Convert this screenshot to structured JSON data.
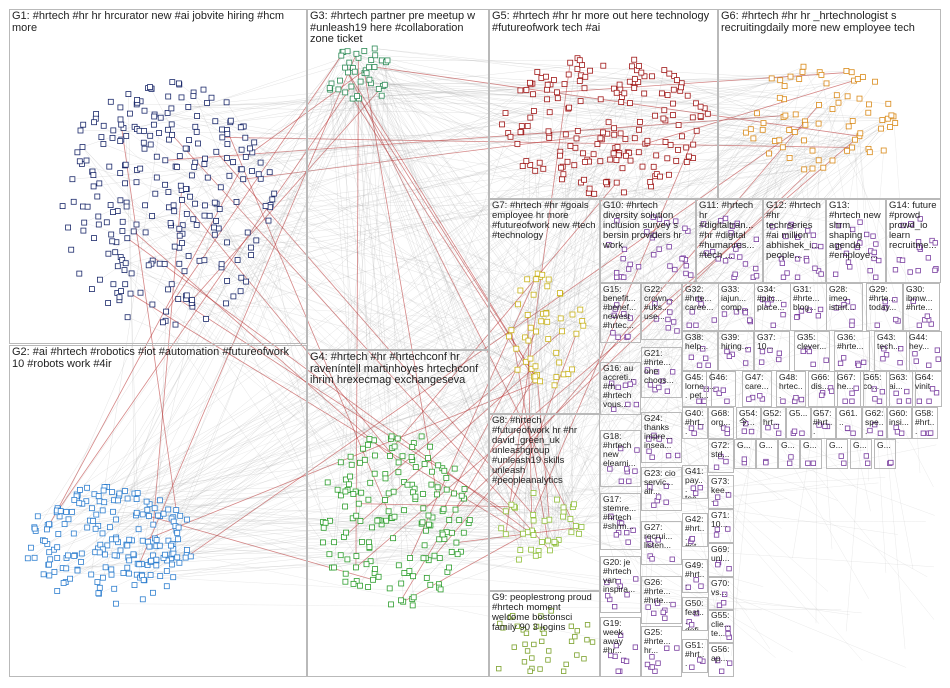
{
  "groups": [
    {
      "id": "G1",
      "label": "G1: #hrtech #hr hr hrcurator new #ai jobvite hiring #hcm more",
      "color": "#1c2a6b"
    },
    {
      "id": "G2",
      "label": "G2: #ai #hrtech #robotics #iot #automation #futureofwork 10 #robots work #4ir",
      "color": "#2f7fcf"
    },
    {
      "id": "G3",
      "label": "G3: #hrtech partner pre meetup w #unleash19 here #collaboration zone ticket",
      "color": "#2e8b57"
    },
    {
      "id": "G4",
      "label": "G4: #hrtech #hr #hrtechconf hr raveníntell martinhoyes hrtechconf ihrim hrexecmag exchangeseva",
      "color": "#2e9e2e"
    },
    {
      "id": "G5",
      "label": "G5: #hrtech #hr hr more out here technology #futureofwork tech #ai",
      "color": "#a01818"
    },
    {
      "id": "G6",
      "label": "G6: #hrtech #hr hr _hrtechnologist s recruitingdaily more new employee tech",
      "color": "#d98a1a"
    },
    {
      "id": "G7",
      "label": "G7: #hrtech #hr #goals employee hr more #futureofwork new #tech #technology",
      "color": "#c9b21a"
    },
    {
      "id": "G8",
      "label": "G8: #hrtech #futureofwork hr #hr david_green_uk unleashgroup #unleash19 skills unleash #peopleanalytics",
      "color": "#8fbf3a"
    },
    {
      "id": "G9",
      "label": "G9: peoplestrong proud #hrtech moment welcome bostonsci family 90 3 logins",
      "color": "#7aa02a"
    },
    {
      "id": "G10",
      "label": "G10: #hrtech diversity solution inclusion survey s bersin providers hr work",
      "color": "#7a3fa0"
    },
    {
      "id": "G11",
      "label": "G11: #hrtech hr #digitaltran... #hr #digital #humanres... #tech ...",
      "color": "#7a3fa0"
    },
    {
      "id": "G12",
      "label": "G12: #hrtech #hr techrseries #ai million abhishek_i... people...",
      "color": "#7a3fa0"
    },
    {
      "id": "G13",
      "label": "G13: #hrtech new shrm shaping agenda #employe...",
      "color": "#7a3fa0"
    },
    {
      "id": "G14",
      "label": "G14: future #prowd prowd_io learn recruitme...",
      "color": "#7a3fa0"
    },
    {
      "id": "G15",
      "label": "G15: benefit... #benef... newest #hrtec...",
      "color": "#7a3fa0"
    },
    {
      "id": "G16",
      "label": "G16: au accreti... #rh #hrtech vous...",
      "color": "#7a3fa0"
    },
    {
      "id": "G17",
      "label": "G17: stemre... #hrtech #shrm...",
      "color": "#7a3fa0"
    },
    {
      "id": "G18",
      "label": "G18: #hrtech new elearni...",
      "color": "#7a3fa0"
    },
    {
      "id": "G19",
      "label": "G19: week away #hr...",
      "color": "#7a3fa0"
    },
    {
      "id": "G20",
      "label": "G20: je #hrtech van inspira...",
      "color": "#7a3fa0"
    },
    {
      "id": "G21",
      "label": "G21: #hrte... one choos...",
      "color": "#7a3fa0"
    },
    {
      "id": "G22",
      "label": "G22: crown... #uks... use...",
      "color": "#7a3fa0"
    },
    {
      "id": "G23",
      "label": "G23: cio servic... air...",
      "color": "#7a3fa0"
    },
    {
      "id": "G24",
      "label": "G24: thanks impre... insea...",
      "color": "#7a3fa0"
    },
    {
      "id": "G25",
      "label": "G25: #hrte... hr...",
      "color": "#7a3fa0"
    },
    {
      "id": "G26",
      "label": "G26: #hrte... #hrte...",
      "color": "#7a3fa0"
    },
    {
      "id": "G27",
      "label": "G27: recrui... listen...",
      "color": "#7a3fa0"
    },
    {
      "id": "G28",
      "label": "G28: imeo istart...",
      "color": "#7a3fa0"
    },
    {
      "id": "G29",
      "label": "G29: #hrte... today...",
      "color": "#7a3fa0"
    },
    {
      "id": "G30",
      "label": "G30: ibmw... #hrte...",
      "color": "#7a3fa0"
    },
    {
      "id": "G31",
      "label": "G31: #hrte... blog...",
      "color": "#7a3fa0"
    },
    {
      "id": "G32",
      "label": "G32: #hrte... caree...",
      "color": "#7a3fa0"
    },
    {
      "id": "G33",
      "label": "G33: iajun... comp...",
      "color": "#7a3fa0"
    },
    {
      "id": "G34",
      "label": "G34: #pitc... place...",
      "color": "#7a3fa0"
    },
    {
      "id": "G35",
      "label": "G35: clever...",
      "color": "#7a3fa0"
    },
    {
      "id": "G36",
      "label": "G36: #hrte...",
      "color": "#7a3fa0"
    },
    {
      "id": "G37",
      "label": "G37: 10...",
      "color": "#7a3fa0"
    },
    {
      "id": "G38",
      "label": "G38: help...",
      "color": "#7a3fa0"
    },
    {
      "id": "G39",
      "label": "G39: hiring...",
      "color": "#7a3fa0"
    },
    {
      "id": "G40",
      "label": "G40: #hrt... em...",
      "color": "#7a3fa0"
    },
    {
      "id": "G41",
      "label": "G41: pay... tec...",
      "color": "#7a3fa0"
    },
    {
      "id": "G42",
      "label": "G42: #hrt... #st...",
      "color": "#7a3fa0"
    },
    {
      "id": "G43",
      "label": "G43: tech...",
      "color": "#7a3fa0"
    },
    {
      "id": "G44",
      "label": "G44: hey...",
      "color": "#7a3fa0"
    },
    {
      "id": "G45",
      "label": "G45: lorne... pet...",
      "color": "#7a3fa0"
    },
    {
      "id": "G46",
      "label": "G46: ...",
      "color": "#7a3fa0"
    },
    {
      "id": "G47",
      "label": "G47: care...",
      "color": "#7a3fa0"
    },
    {
      "id": "G48",
      "label": "G48: hrtec...",
      "color": "#7a3fa0"
    },
    {
      "id": "G49",
      "label": "G49: #hrt...",
      "color": "#7a3fa0"
    },
    {
      "id": "G50",
      "label": "G50: feat... defi...",
      "color": "#7a3fa0"
    },
    {
      "id": "G51",
      "label": "G51: #hrt...",
      "color": "#7a3fa0"
    },
    {
      "id": "G52",
      "label": "G52: hrt...",
      "color": "#7a3fa0"
    },
    {
      "id": "G53",
      "label": "G5...",
      "color": "#7a3fa0"
    },
    {
      "id": "G54",
      "label": "G54: 今...",
      "color": "#7a3fa0"
    },
    {
      "id": "G55",
      "label": "G55: clie... te...",
      "color": "#7a3fa0"
    },
    {
      "id": "G56",
      "label": "G56: ap...",
      "color": "#7a3fa0"
    },
    {
      "id": "G57",
      "label": "G57: #hrt...",
      "color": "#7a3fa0"
    },
    {
      "id": "G58",
      "label": "G58: #hrt...",
      "color": "#7a3fa0"
    },
    {
      "id": "G59",
      "label": "G5...",
      "color": "#7a3fa0"
    },
    {
      "id": "G60",
      "label": "G60: insi...",
      "color": "#7a3fa0"
    },
    {
      "id": "G61",
      "label": "G61...",
      "color": "#7a3fa0"
    },
    {
      "id": "G62",
      "label": "G62: spe...",
      "color": "#7a3fa0"
    },
    {
      "id": "G63",
      "label": "G63: ai...",
      "color": "#7a3fa0"
    },
    {
      "id": "G64",
      "label": "G64: vinit",
      "color": "#7a3fa0"
    },
    {
      "id": "G65",
      "label": "G65: co...",
      "color": "#7a3fa0"
    },
    {
      "id": "G66",
      "label": "G66: dis...",
      "color": "#7a3fa0"
    },
    {
      "id": "G67",
      "label": "G67: he...",
      "color": "#7a3fa0"
    },
    {
      "id": "G68",
      "label": "G68: org...",
      "color": "#7a3fa0"
    },
    {
      "id": "G69",
      "label": "G69: unl...",
      "color": "#7a3fa0"
    },
    {
      "id": "G70",
      "label": "G70: vs...",
      "color": "#7a3fa0"
    },
    {
      "id": "G71",
      "label": "G71: 10...",
      "color": "#7a3fa0"
    },
    {
      "id": "G72",
      "label": "G72: std...",
      "color": "#7a3fa0"
    },
    {
      "id": "G73",
      "label": "G73: kee...",
      "color": "#7a3fa0"
    },
    {
      "id": "G74",
      "label": "G...",
      "color": "#7a3fa0"
    },
    {
      "id": "G75",
      "label": "G...",
      "color": "#7a3fa0"
    },
    {
      "id": "G76",
      "label": "G...",
      "color": "#7a3fa0"
    },
    {
      "id": "G77",
      "label": "G...",
      "color": "#7a3fa0"
    },
    {
      "id": "G78",
      "label": "G...",
      "color": "#7a3fa0"
    },
    {
      "id": "G79",
      "label": "G...",
      "color": "#7a3fa0"
    },
    {
      "id": "G80",
      "label": "G...",
      "color": "#7a3fa0"
    }
  ],
  "colors": {
    "edge": "#9a9a9a",
    "edge_highlight": "#b22222",
    "border": "#b9b9b9"
  }
}
